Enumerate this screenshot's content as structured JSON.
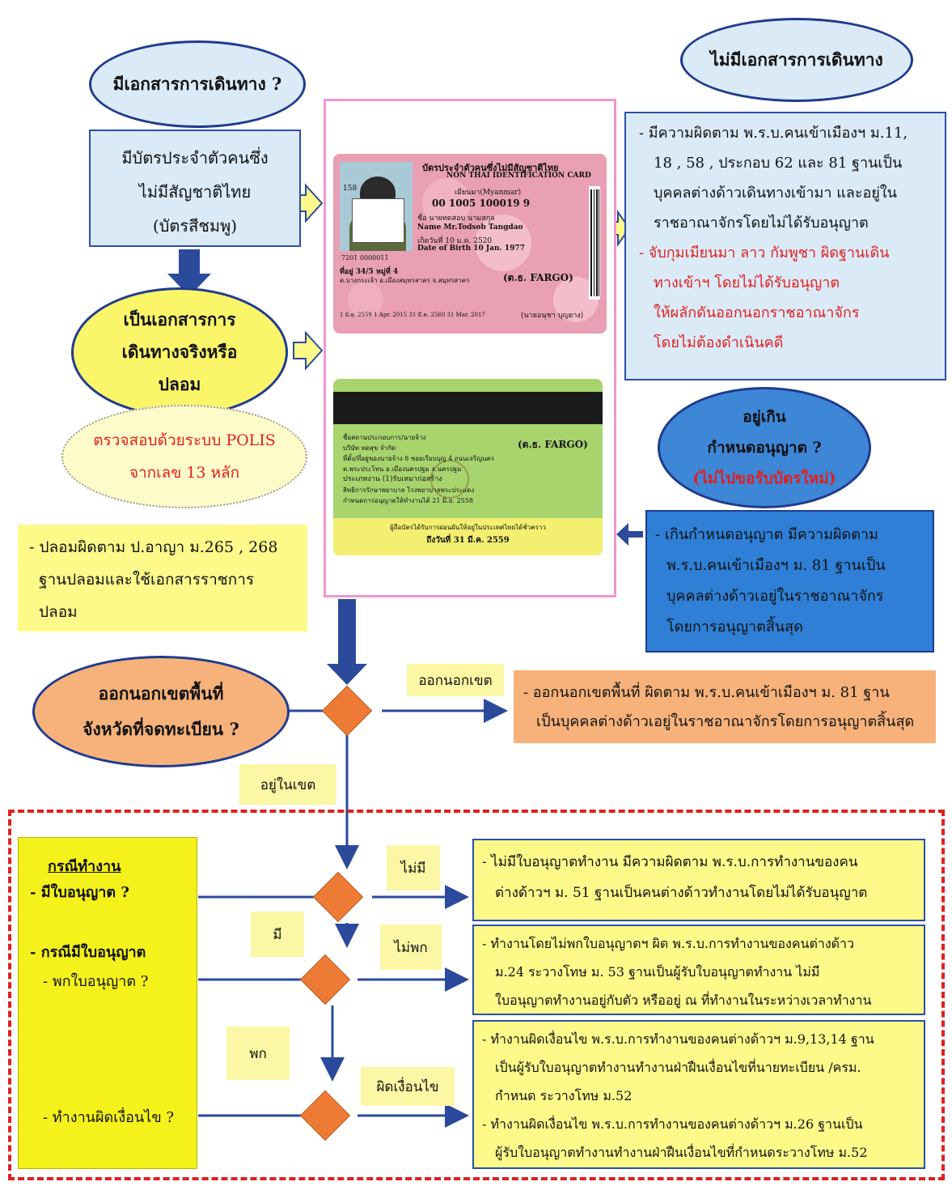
{
  "q_travel_doc": "มีเอกสารการเดินทาง ?",
  "no_travel_doc": "ไม่มีเอกสารการเดินทาง",
  "pink_card_box": [
    "มีบัตรประจำตัวคนซึ่ง",
    "ไม่มีสัญชาติไทย",
    "(บัตรสีชมพู)"
  ],
  "no_doc_text": {
    "lines_black": [
      "- มีความผิดตาม พ.ร.บ.คนเข้าเมืองฯ ม.11,",
      "18 , 58 , ประกอบ 62 และ 81 ฐานเป็น",
      "บุคคลต่างด้าวเดินทางเข้ามา และอยู่ใน",
      "ราชอาณาจักรโดยไม่ได้รับอนุญาต"
    ],
    "lines_red": [
      "- จับกุมเมียนมา ลาว กัมพูชา ผิดฐานเดิน",
      "ทางเข้าฯ โดยไม่ได้รับอนุญาต",
      "ให้ผลักดันออกนอกราชอาณาจักร",
      "โดยไม่ต้องดำเนินคดี"
    ]
  },
  "q_genuine": [
    "เป็นเอกสารการ",
    "เดินทางจริงหรือ",
    "ปลอม"
  ],
  "polis_check": [
    "ตรวจสอบด้วยระบบ POLIS",
    "จากเลข 13 หลัก"
  ],
  "forgery_text": [
    "- ปลอมผิดตาม ป.อาญา ม.265 , 268",
    "ฐานปลอมและใช้เอกสารราชการ",
    "ปลอม"
  ],
  "q_overstay": [
    "อยู่เกิน",
    "กำหนดอนุญาต ?"
  ],
  "q_overstay_red": "(ไม่ไปขอรับบัตรใหม่)",
  "overstay_text": [
    "- เกินกำหนดอนุญาต มีความผิดตาม",
    "พ.ร.บ.คนเข้าเมืองฯ ม. 81 ฐานเป็น",
    "บุคคลต่างด้าวเอยู่ในราชอาณาจักร",
    "โดยการอนุญาตสิ้นสุด"
  ],
  "card_front": {
    "title_th": "บัตรประจำตัวคนซึ่งไม่มีสัญชาติไทย",
    "title_en": "NON THAI IDENTIFICATION CARD",
    "nationality": "เมียนมา(Myanmar)",
    "id_number": "00 1005 100019 9",
    "name_th": "ชื่อ  นายทดสอบ นามสกุล",
    "name_en": "Name Mr.Todsob Tangdao",
    "dob_th": "เกิดวันที่      10 ม.ค. 2520",
    "dob_en": "Date of Birth 10 Jan. 1977",
    "serial": "7201 0000011",
    "address": "ที่อยู่  34/5 หมู่ที่ 4",
    "address2": "ต.บางกระเจ้า อ.เมืองสมุทรสาคร จ.สมุทรสาคร",
    "fargo": "(ต.ธ. FARGO)",
    "dates": "1 มิ.ย. 2559  1 Apr. 2015   31 มี.ค. 2560  31 Mar. 2017",
    "signer": "(นายอนุชา บุญยาง)",
    "photo_no": "158"
  },
  "card_back": {
    "fargo": "(ต.ธ. FARGO)",
    "lines": [
      "ชื่อสถานประกอบการ/นายจ้าง",
      "บริษัท ทดสุข จำกัด",
      "ที่ตั้ง/ที่อยู่ของนายจ้าง 8 ซอยเรียบบุญ 4 ถนนเจริญนคร",
      "ต.พระประโทน อ.เมืองนครปฐม จ.นครปฐม",
      "ประเภทงาน (1)รับเหมาก่อสร้าง",
      "สิทธิการรักษาพยาบาล โรงพยาบาลพระประแดง",
      "กำหนดการอนุญาตให้ทำงานได้ 21 มิ.ย. 2558"
    ],
    "footer1": "ผู้ถือบัตรได้รับการผ่อนผันให้อยู่ในประเทศไทยได้ชั่วคราว",
    "footer2": "ถึงวันที่ 31 มี.ค. 2559"
  },
  "q_outside": [
    "ออกนอกเขตพื้นที่",
    "จังหวัดที่จดทะเบียน ?"
  ],
  "label_outside": "ออกนอกเขต",
  "outside_text": [
    "- ออกนอกเขตพื้นที่  ผิดตาม พ.ร.บ.คนเข้าเมืองฯ ม. 81  ฐาน",
    "เป็นบุคคลต่างด้าวเอยู่ในราชอาณาจักรโดยการอนุญาตสิ้นสุด"
  ],
  "label_inside": "อยู่ในเขต",
  "work_case": {
    "title": "กรณีทำงาน",
    "q_permit": "- มีใบอนุญาต ?",
    "has_permit": "- กรณีมีใบอนุญาต",
    "q_carry": "- พกใบอนุญาต ?",
    "q_conditions": "- ทำงานผิดเงื่อนไข ?"
  },
  "label_none": "ไม่มี",
  "label_have": "มี",
  "label_not_carry": "ไม่พก",
  "label_carry": "พก",
  "label_violate": "ผิดเงื่อนไข",
  "no_permit_text": [
    "- ไม่มีใบอนุญาตทำงาน มีความผิดตาม  พ.ร.บ.การทำงานของคน",
    "ต่างด้าวฯ ม. 51  ฐานเป็นคนต่างด้าวทำงานโดยไม่ได้รับอนุญาต"
  ],
  "not_carry_text": [
    "-  ทำงานโดยไม่พกใบอนุญาตฯ  ผิด พ.ร.บ.การทำงานของคนต่างด้าว",
    "ม.24  ระวางโทษ ม. 53 ฐานเป็นผู้รับใบอนุญาตทำงาน  ไม่มี",
    "ใบอนุญาตทำงานอยู่กับตัว หรืออยู่ ณ  ที่ทำงานในระหว่างเวลาทำงาน"
  ],
  "violate_text": [
    "-  ทำงานผิดเงื่อนไข พ.ร.บ.การทำงานของคนต่างด้าวฯ ม.9,13,14 ฐาน",
    "เป็นผู้รับใบอนุญาตทำงานทำงานฝ่าฝืนเงื่อนไขที่นายทะเบียน /ครม.",
    "กำหนด ระวางโทษ ม.52",
    "-  ทำงานผิดเงื่อนไข พ.ร.บ.การทำงานของคนต่างด้าวฯ ม.26 ฐานเป็น",
    "ผู้รับใบอนุญาตทำงานทำงานฝ่าฝืนเงื่อนไขที่กำหนดระวางโทษ ม.52"
  ],
  "colors": {
    "blue_box": "#dbeaf7",
    "yellow": "#fdfa8a",
    "orange": "#f6b27a",
    "red_dash": "#e02020",
    "arrow": "#2b4a9c",
    "diamond": "#ee7b35"
  }
}
